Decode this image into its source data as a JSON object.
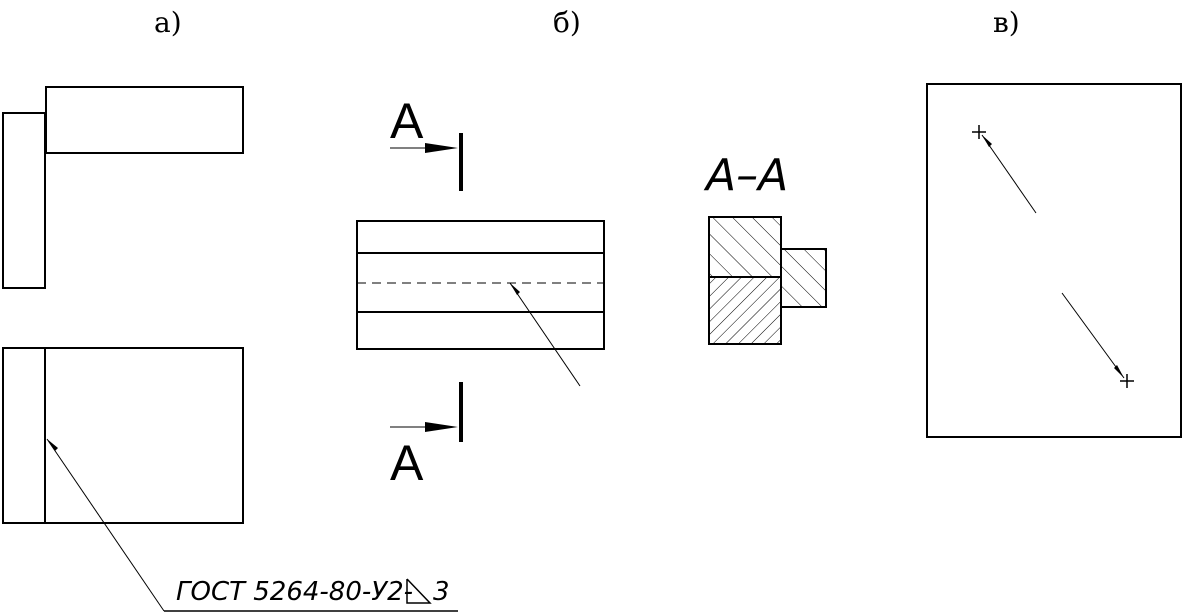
{
  "labels": {
    "view_a": "а)",
    "view_b": "б)",
    "view_v": "в)"
  },
  "annotations": {
    "weld_designation": "ГОСТ 5264-80-У2-",
    "leg_size": "3",
    "section_letter_top": "А",
    "section_letter_bottom": "А",
    "section_title": "А–А"
  },
  "colors": {
    "line": "#000000",
    "background": "#ffffff"
  }
}
